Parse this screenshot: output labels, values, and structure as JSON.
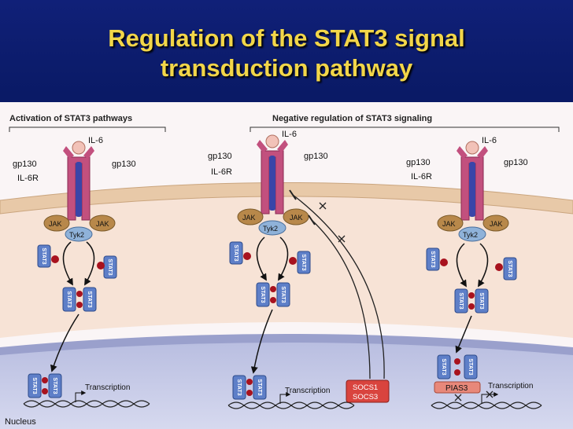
{
  "slide": {
    "title_line1": "Regulation of the STAT3 signal",
    "title_line2": "transduction pathway"
  },
  "figure": {
    "section_activation": "Activation of STAT3 pathways",
    "section_negative": "Negative regulation of STAT3 signaling",
    "il6": "IL-6",
    "gp130": "gp130",
    "il6r": "IL-6R",
    "jak": "JAK",
    "tyk2": "Tyk2",
    "stat3": "STAT3",
    "transcription": "Transcription",
    "socs1": "SOCS1",
    "socs3": "SOCS3",
    "pias3": "PIAS3",
    "nucleus": "Nucleus"
  },
  "colors": {
    "title": "#f2d649",
    "background": "#0a1a66",
    "cytoplasm": "#f7e3d6",
    "membrane": "#e8c9a8",
    "nucleus": "#c9cce6",
    "receptor": "#c2507e",
    "il6r_core": "#3a45a8",
    "jak": "#b8884a",
    "tyk2": "#8fb2d9",
    "stat3": "#5e7fc8",
    "phospho": "#a8121e",
    "socs": "#d9443e",
    "pias3": "#e8887a"
  }
}
